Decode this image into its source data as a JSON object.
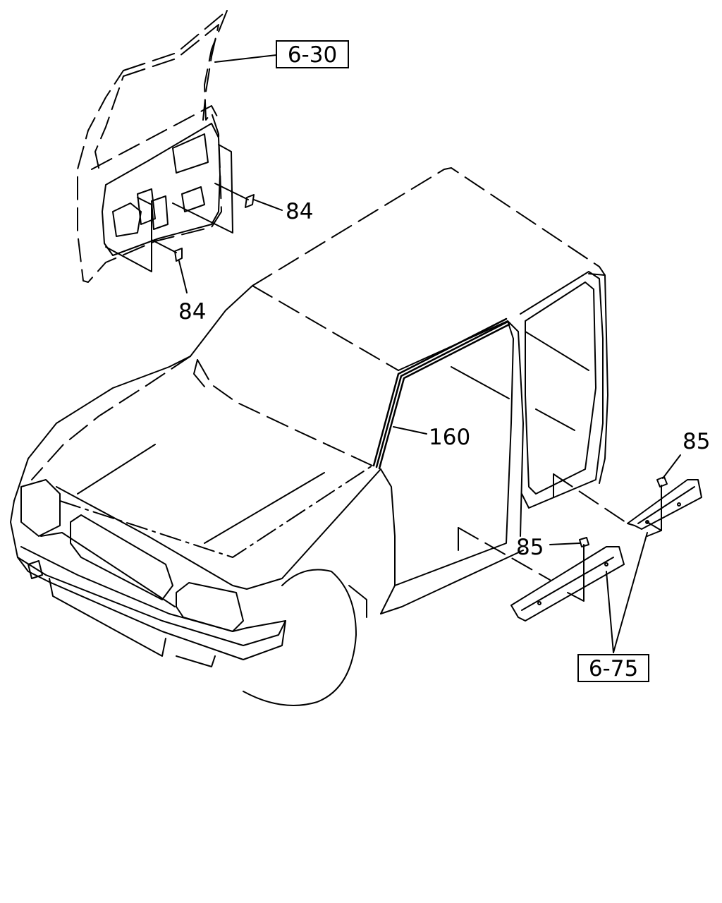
{
  "callouts": {
    "door_ref": "6-30",
    "pad_upper": "84",
    "pad_lower": "84",
    "windshield_molding": "160",
    "clip_rear": "85",
    "clip_front": "85",
    "sill_ref": "6-75"
  },
  "colors": {
    "line": "#000000",
    "background": "#ffffff"
  }
}
